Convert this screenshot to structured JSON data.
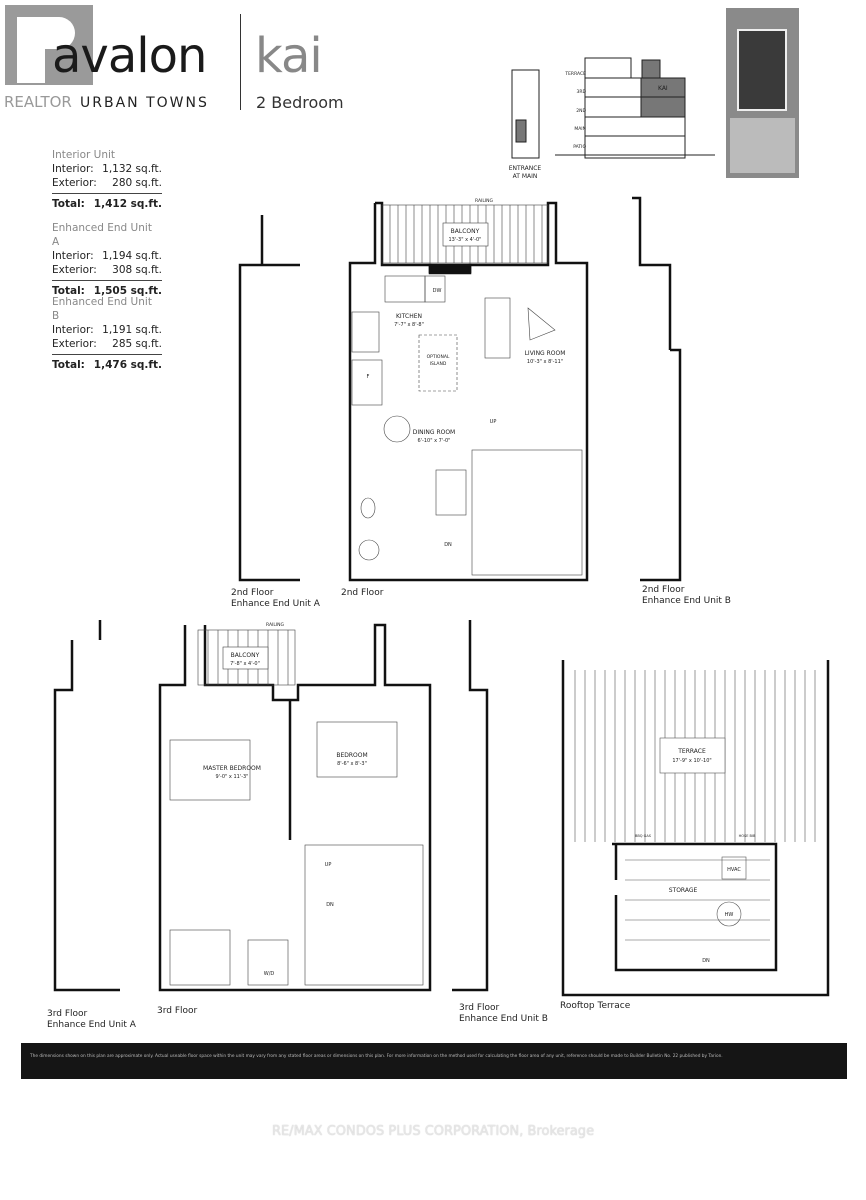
{
  "header": {
    "brand": "avalon",
    "sub_brand": "URBAN TOWNS",
    "model": "kai",
    "bedrooms": "2 Bedroom",
    "watermark_logo": "REALTOR"
  },
  "units": [
    {
      "title": "Interior Unit",
      "interior_label": "Interior:",
      "interior": "1,132 sq.ft.",
      "exterior_label": "Exterior:",
      "exterior": "280 sq.ft.",
      "total_label": "Total:",
      "total": "1,412 sq.ft."
    },
    {
      "title": "Enhanced End Unit A",
      "interior_label": "Interior:",
      "interior": "1,194 sq.ft.",
      "exterior_label": "Exterior:",
      "exterior": "308 sq.ft.",
      "total_label": "Total:",
      "total": "1,505 sq.ft."
    },
    {
      "title": "Enhanced End Unit B",
      "interior_label": "Interior:",
      "interior": "1,191 sq.ft.",
      "exterior_label": "Exterior:",
      "exterior": "285 sq.ft.",
      "total_label": "Total:",
      "total": "1,476 sq.ft."
    }
  ],
  "key_plan": {
    "entrance": [
      "ENTRANCE",
      "AT MAIN"
    ],
    "levels": [
      "TERRACE",
      "3RD",
      "2ND",
      "MAIN",
      "PATIO"
    ],
    "highlight": "KAI"
  },
  "plans": {
    "second_floor": {
      "label": "2nd Floor",
      "railing": "RAILING",
      "balcony": {
        "name": "BALCONY",
        "dims": "13'-3\" x 4'-0\""
      },
      "kitchen": {
        "name": "KITCHEN",
        "dims": "7'-7\" x 8'-8\""
      },
      "island": [
        "OPTIONAL",
        "ISLAND"
      ],
      "living": {
        "name": "LIVING ROOM",
        "dims": "10'-3\" x 8'-11\""
      },
      "dining": {
        "name": "DINING ROOM",
        "dims": "6'-10\" x 7'-0\""
      },
      "dw": "DW",
      "fridge": "F",
      "up": "UP",
      "dn": "DN"
    },
    "second_end_a": [
      "2nd Floor",
      "Enhance End Unit A"
    ],
    "second_end_b": [
      "2nd Floor",
      "Enhance End Unit B"
    ],
    "third_floor": {
      "label": "3rd Floor",
      "railing": "RAILING",
      "balcony": {
        "name": "BALCONY",
        "dims": "7'-8\" x 4'-0\""
      },
      "master": {
        "name": "MASTER BEDROOM",
        "dims": "9'-0\" x 11'-3\""
      },
      "bedroom": {
        "name": "BEDROOM",
        "dims": "8'-6\" x 8'-3\""
      },
      "wd": "W/D",
      "up": "UP",
      "dn": "DN"
    },
    "third_end_a": [
      "3rd Floor",
      "Enhance End Unit A"
    ],
    "third_end_b": [
      "3rd Floor",
      "Enhance End Unit B"
    ],
    "rooftop": {
      "label": "Rooftop Terrace",
      "terrace": {
        "name": "TERRACE",
        "dims": "17'-9\" x 10'-10\""
      },
      "storage": "STORAGE",
      "hvac": "HVAC",
      "hw": "HW",
      "bbq": "BBQ GAS",
      "hose": "HOSE BIB",
      "dn": "DN"
    }
  },
  "footer": {
    "disclaimer": "The dimensions shown on this plan are approximate only. Actual useable floor space within the unit may vary from any stated floor areas or dimensions on this plan. For more information on the method used for calculating the floor area of any unit, reference should be made to Builder Bulletin No. 22 published by Tarion.",
    "watermark": "RE/MAX CONDOS PLUS CORPORATION, Brokerage"
  }
}
